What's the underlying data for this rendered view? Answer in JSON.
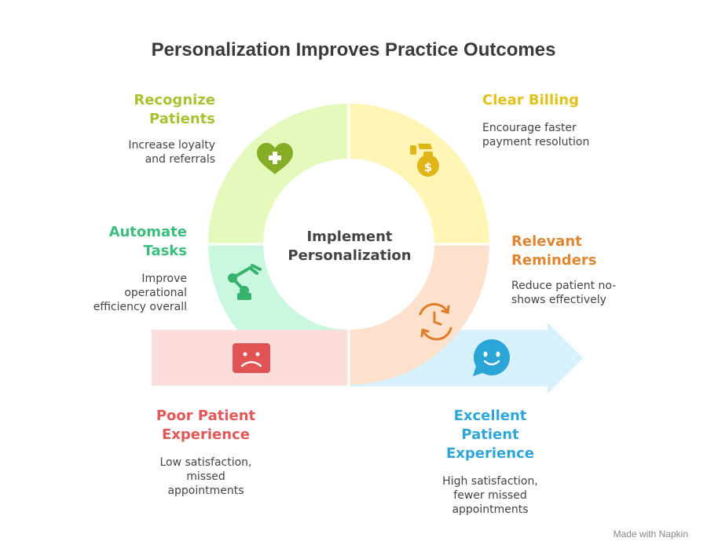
{
  "title": "Personalization Improves Practice Outcomes",
  "center": "Implement Personalization",
  "colors": {
    "recognize": "#a7c232",
    "billing": "#e0c21a",
    "reminders": "#e08530",
    "automate": "#3dbd7d",
    "poor": "#e05858",
    "excellent": "#2ea6d8"
  },
  "segments": [
    {
      "heading": "Recognize Patients",
      "description": "Increase loyalty and referrals",
      "icon": "heart-plus-icon"
    },
    {
      "heading": "Clear Billing",
      "description": "Encourage faster payment resolution",
      "icon": "money-bag-icon"
    },
    {
      "heading": "Relevant Reminders",
      "description": "Reduce patient no-shows effectively",
      "icon": "refresh-clock-icon"
    },
    {
      "heading": "Automate Tasks",
      "description": "Improve operational efficiency overall",
      "icon": "robot-arm-icon"
    }
  ],
  "outcomes": {
    "poor": {
      "heading": "Poor Patient Experience",
      "description": "Low satisfaction, missed appointments",
      "icon": "sad-face-icon"
    },
    "excellent": {
      "heading": "Excellent Patient Experience",
      "description": "High satisfaction, fewer missed appointments",
      "icon": "happy-chat-icon"
    }
  },
  "watermark": "Made with Napkin"
}
